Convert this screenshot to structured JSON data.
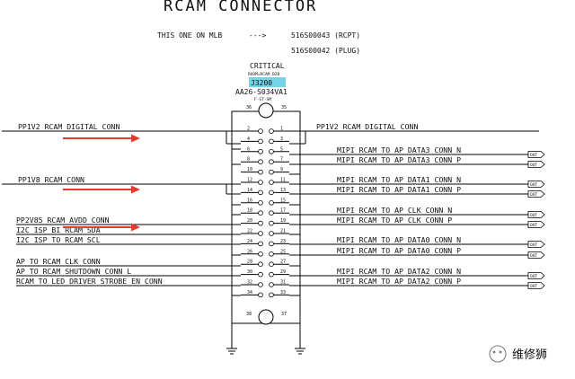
{
  "title": "RCAM CONNECTOR",
  "mlb_note": {
    "label": "THIS ONE ON MLB",
    "arrow": "--->",
    "part_rcpt": "516S00043 (RCPT)",
    "part_plug": "516S00042 (PLUG)"
  },
  "component": {
    "critical": "CRITICAL",
    "room": "ROOM=RCAM_B2B",
    "refdes": "J3200",
    "part": "AA26-S034VA1",
    "subtext": "F-ST-SM",
    "highlight_color": "#74d3e6"
  },
  "pin_numbers": {
    "mount_top_left": "36",
    "mount_top_right": "35",
    "mount_bottom_left": "38",
    "mount_bottom_right": "37",
    "left": [
      "2",
      "4",
      "6",
      "8",
      "10",
      "12",
      "14",
      "16",
      "18",
      "20",
      "22",
      "24",
      "26",
      "28",
      "30",
      "32",
      "34"
    ],
    "right": [
      "1",
      "3",
      "5",
      "7",
      "9",
      "11",
      "13",
      "15",
      "17",
      "19",
      "21",
      "23",
      "25",
      "27",
      "29",
      "31",
      "33"
    ]
  },
  "left_nets": {
    "pp1v2": "PP1V2_RCAM_DIGITAL_CONN",
    "pp1v8": "PP1V8_RCAM_CONN",
    "pp2v85": "PP2V85_RCAM_AVDD_CONN",
    "i2c_sda": "I2C_ISP_BI_RCAM_SDA",
    "i2c_scl": "I2C_ISP_TO_RCAM_SCL",
    "clk": "AP_TO_RCAM_CLK_CONN",
    "shutdown": "AP_TO_RCAM_SHUTDOWN_CONN_L",
    "strobe": "RCAM_TO_LED_DRIVER_STROBE_EN_CONN"
  },
  "right_nets": {
    "pp1v2": "PP1V2_RCAM_DIGITAL_CONN",
    "data3_n": "MIPI_RCAM_TO_AP_DATA3_CONN_N",
    "data3_p": "MIPI_RCAM_TO_AP_DATA3_CONN_P",
    "data1_n": "MIPI_RCAM_TO_AP_DATA1_CONN_N",
    "data1_p": "MIPI_RCAM_TO_AP_DATA1_CONN_P",
    "clk_n": "MIPI_RCAM_TO_AP_CLK_CONN_N",
    "clk_p": "MIPI_RCAM_TO_AP_CLK_CONN_P",
    "data0_n": "MIPI_RCAM_TO_AP_DATA0_CONN_N",
    "data0_p": "MIPI_RCAM_TO_AP_DATA0_CONN_P",
    "data2_n": "MIPI_RCAM_TO_AP_DATA2_CONN_N",
    "data2_p": "MIPI_RCAM_TO_AP_DATA2_CONN_P"
  },
  "offpage_tag": "OUT",
  "watermark": "维修狮",
  "arrow_color": "#e53b2c"
}
